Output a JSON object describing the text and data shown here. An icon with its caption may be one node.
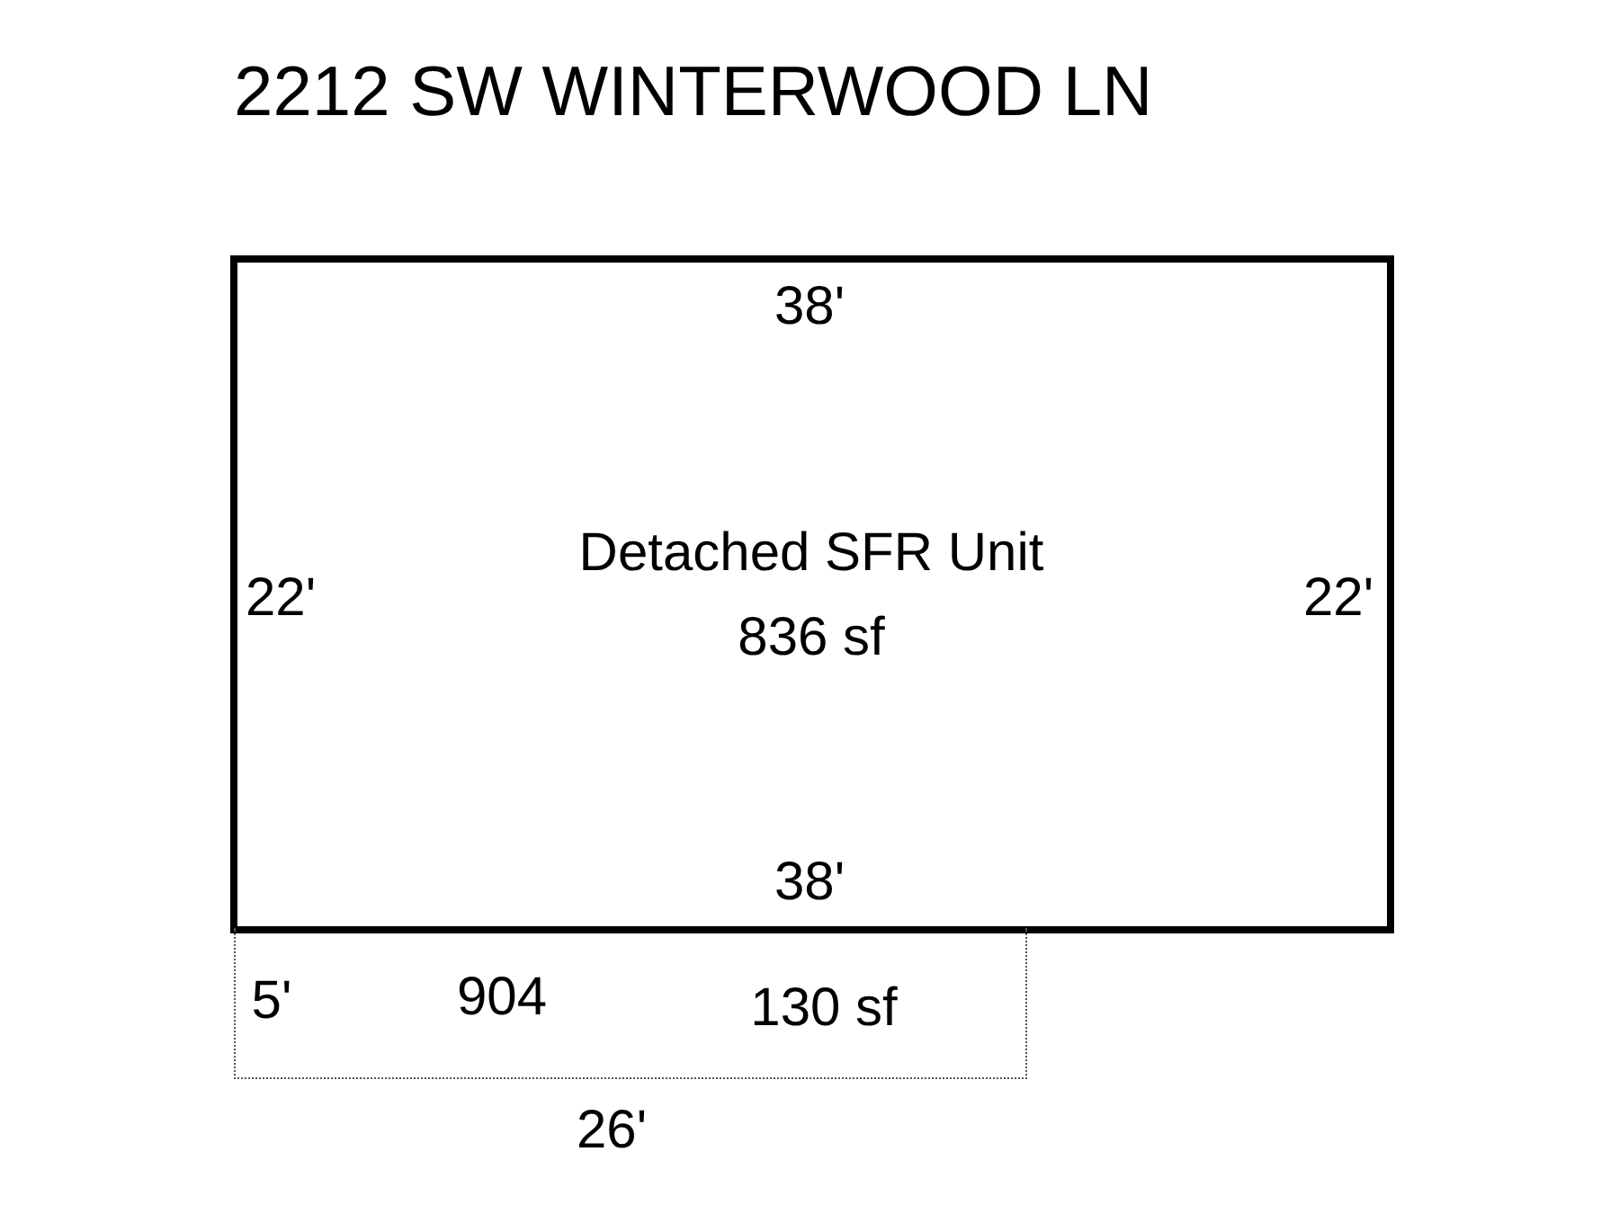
{
  "diagram": {
    "title": "2212 SW WINTERWOOD LN",
    "nodes": [
      {
        "text": [
          "Detached SFR Unit",
          "836 sf"
        ]
      },
      {
        "text": [
          "904",
          "130 sf"
        ]
      }
    ],
    "labels": [
      "38'",
      "22'",
      "22'",
      "38'",
      "5'",
      "26'"
    ]
  }
}
